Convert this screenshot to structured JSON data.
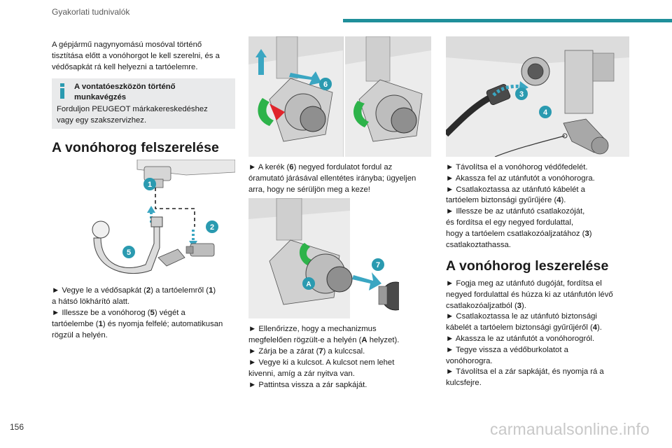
{
  "header": {
    "section": "Gyakorlati tudnivalók",
    "accent_color": "#1f8f9a"
  },
  "page": {
    "number": "156"
  },
  "watermark": "carmanualsonline.info",
  "col1": {
    "intro_l1": "A gépjármű nagynyomású mosóval történő",
    "intro_l2": "tisztítása előtt a vonóhorgot le kell szerelni, és a",
    "intro_l3": "védősapkát rá kell helyezni a tartóelemre.",
    "note": {
      "title_l1": "A vontatóeszközön történő",
      "title_l2": "munkavégzés",
      "body_l1": "Forduljon PEUGEOT márkakereskedéshez",
      "body_l2": "vagy egy szakszervizhez."
    },
    "heading": "A vonóhorog felszerelése",
    "fig_labels": {
      "n1": "1",
      "n2": "2",
      "n5": "5"
    },
    "p1_pre": "► Vegye le a védősapkát (",
    "p1_b1": "2",
    "p1_mid": ") a tartóelemről (",
    "p1_b2": "1",
    "p1_post": ")",
    "p1_l2": "a hátsó lökhárító alatt.",
    "p2_pre": "► Illessze be a vonóhorog (",
    "p2_b1": "5",
    "p2_post": ") végét a",
    "p2_l2_pre": "tartóelembe (",
    "p2_l2_b": "1",
    "p2_l2_post": ") és nyomja felfelé; automatikusan",
    "p2_l3": "rögzül a helyén."
  },
  "col2": {
    "fig_labels": {
      "n6": "6",
      "n7": "7",
      "nA": "A"
    },
    "p1_pre": "► A kerék (",
    "p1_b": "6",
    "p1_post": ") negyed fordulatot fordul az",
    "p1_l2": "óramutató járásával ellentétes irányba; ügyeljen",
    "p1_l3": "arra, hogy ne sérüljön meg a keze!",
    "p2_l1": "► Ellenőrizze, hogy a mechanizmus",
    "p2_l2_pre": "megfelelően rögzült-e a helyén (",
    "p2_l2_b": "A",
    "p2_l2_post": " helyzet).",
    "p3_pre": "► Zárja be a zárat (",
    "p3_b": "7",
    "p3_post": ") a kulccsal.",
    "p4_l1": "► Vegye ki a kulcsot. A kulcsot nem lehet",
    "p4_l2": "kivenni, amíg a zár nyitva van.",
    "p5": "► Pattintsa vissza a zár sapkáját."
  },
  "col3": {
    "fig_labels": {
      "n3": "3",
      "n4": "4"
    },
    "p1": "► Távolítsa el a vonóhorog védőfedelét.",
    "p2": "► Akassza fel az utánfutót a vonóhorogra.",
    "p3_l1": "► Csatlakoztassa az utánfutó kábelét a",
    "p3_l2_pre": "tartóelem biztonsági gyűrűjére (",
    "p3_l2_b": "4",
    "p3_l2_post": ").",
    "p4_l1": "► Illessze be az utánfutó csatlakozóját,",
    "p4_l2": "és fordítsa el egy negyed fordulattal,",
    "p4_l3_pre": "hogy a tartóelem csatlakozóaljzatához (",
    "p4_l3_b": "3",
    "p4_l3_post": ")",
    "p4_l4": "csatlakoztathassa.",
    "heading": "A vonóhorog leszerelése",
    "r1_l1": "► Fogja meg az utánfutó dugóját, fordítsa el",
    "r1_l2": "negyed fordulattal és húzza ki az utánfutón lévő",
    "r1_l3_pre": "csatlakozóaljzatból (",
    "r1_l3_b": "3",
    "r1_l3_post": ").",
    "r2_l1": "► Csatlakoztassa le az utánfutó biztonsági",
    "r2_l2_pre": "kábelét a tartóelem biztonsági gyűrűjéről (",
    "r2_l2_b": "4",
    "r2_l2_post": ").",
    "r3": "► Akassza le az utánfutót a vonóhorogról.",
    "r4_l1": "► Tegye vissza a védőburkolatot a",
    "r4_l2": "vonóhorogra.",
    "r5_l1": "► Távolítsa el a zár sapkáját, és nyomja rá a",
    "r5_l2": "kulcsfejre."
  }
}
